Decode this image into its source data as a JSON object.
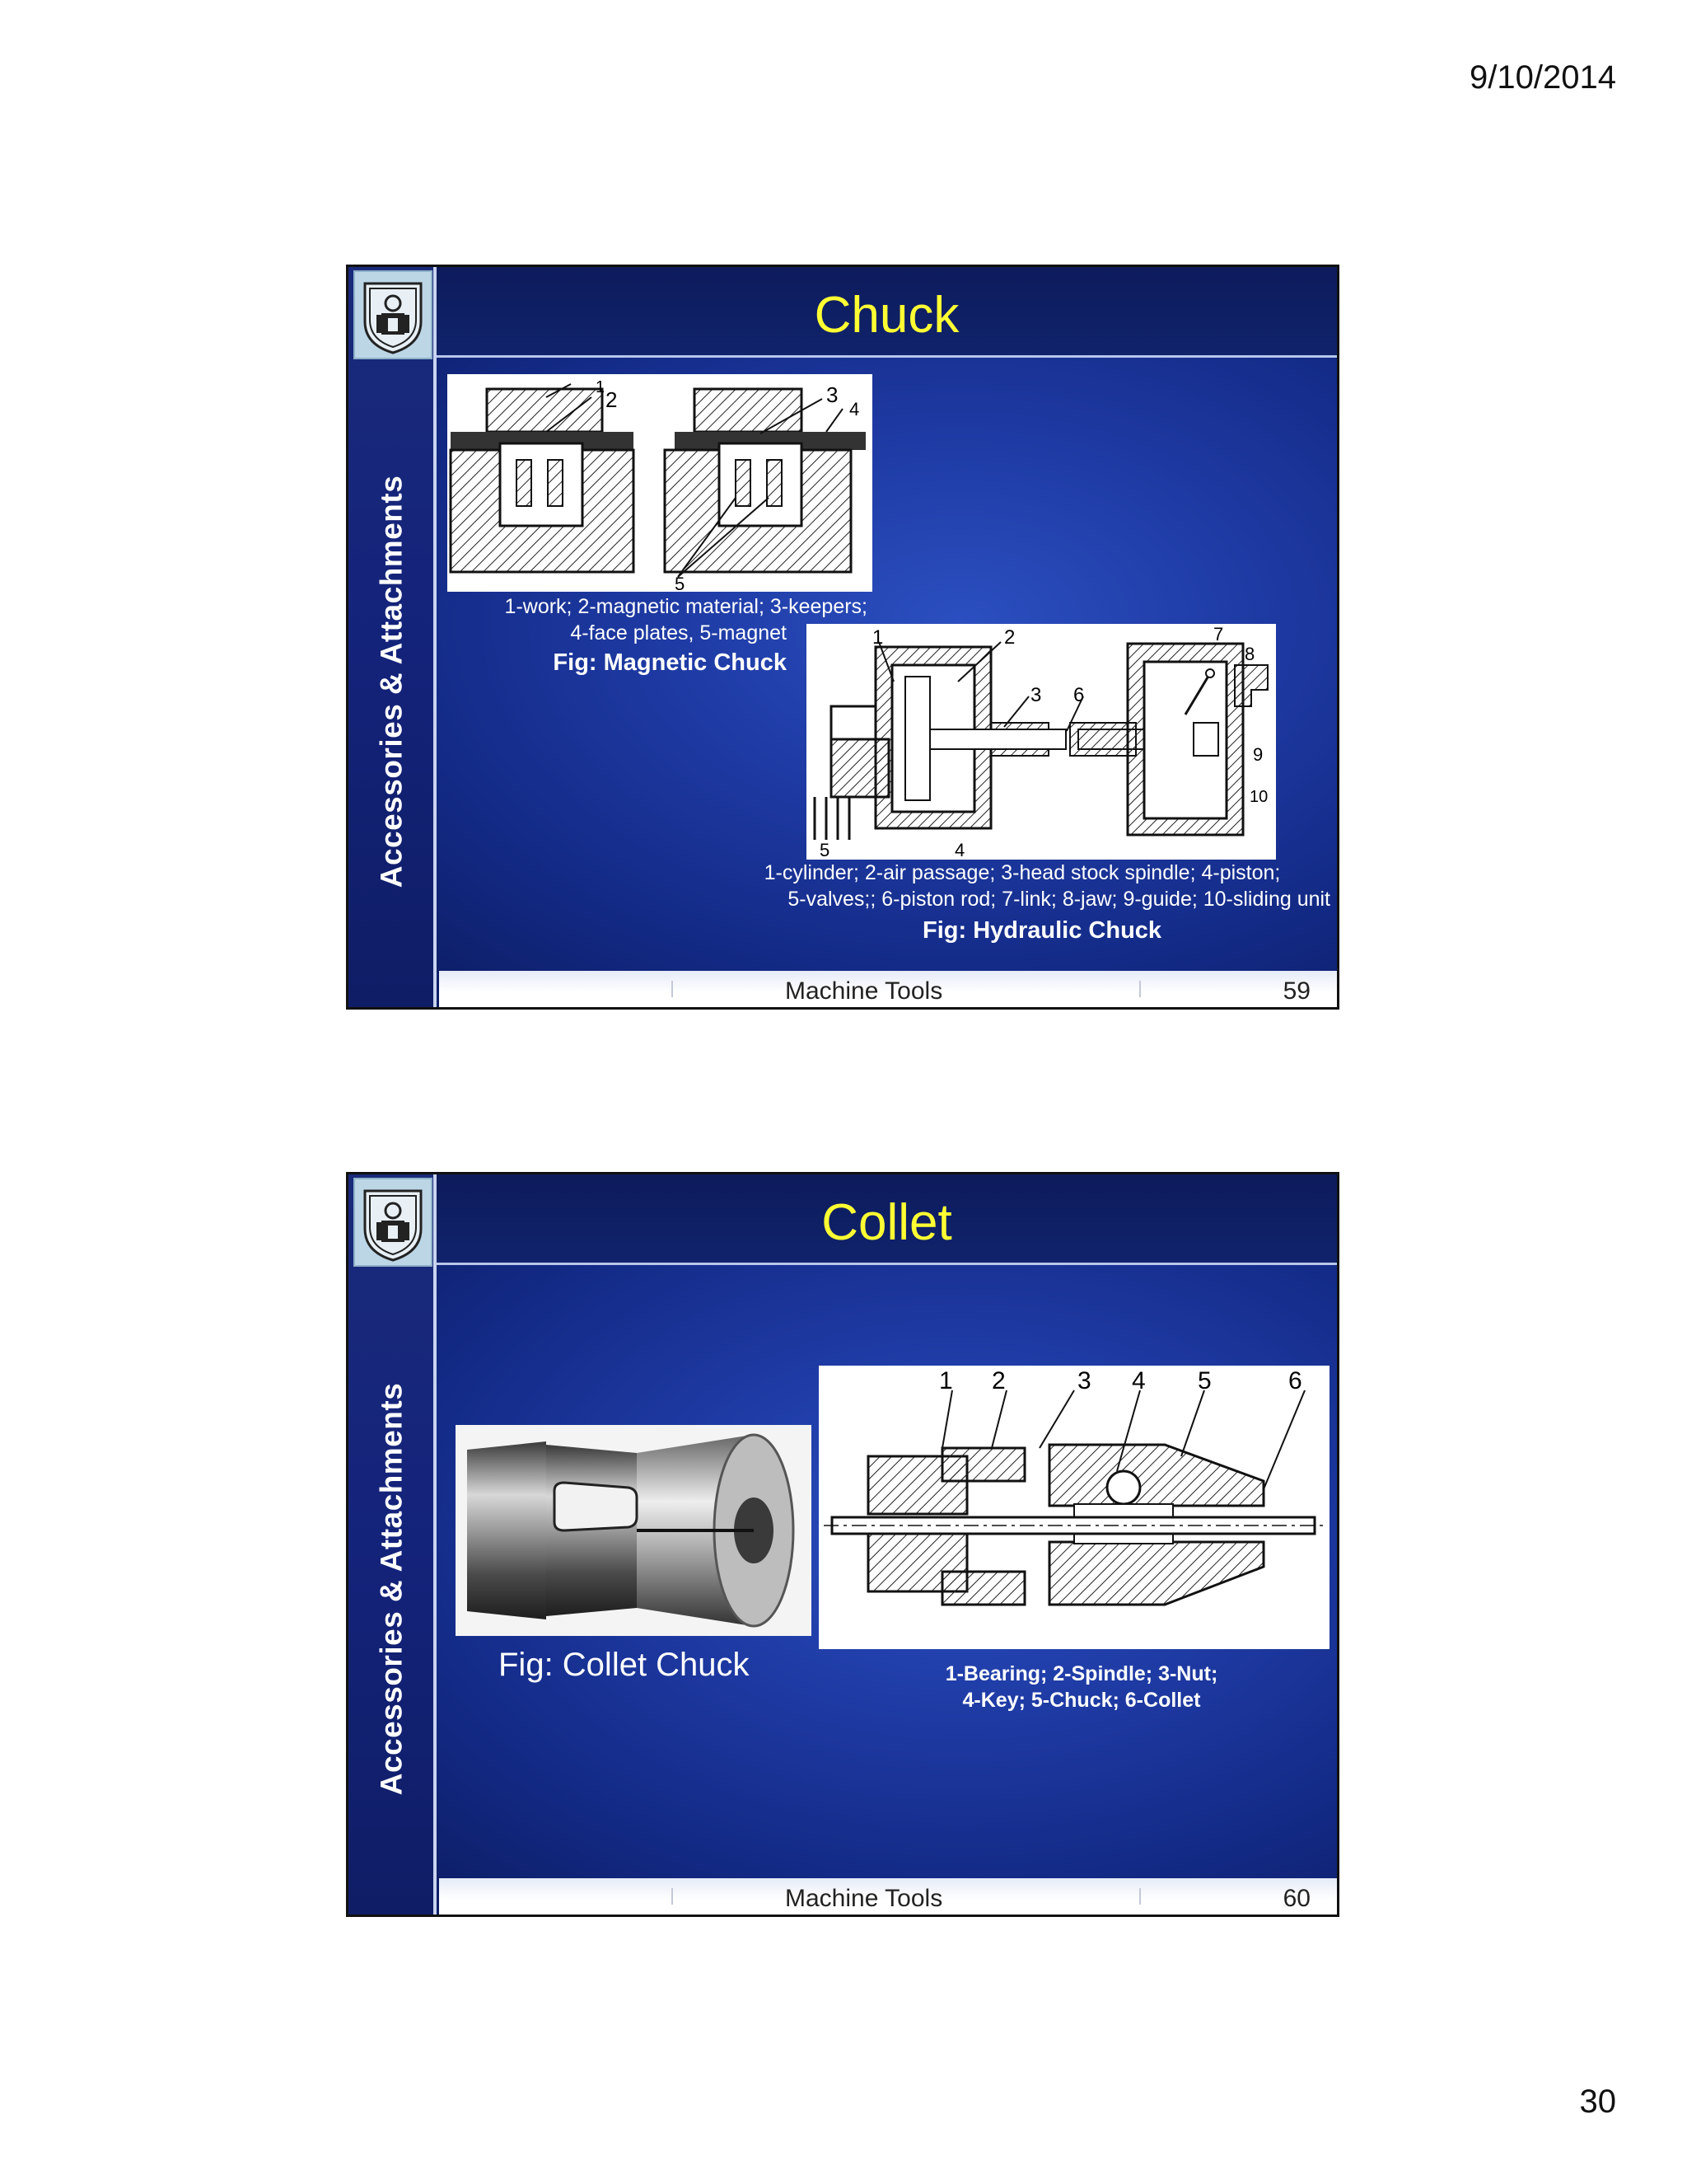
{
  "page": {
    "date": "9/10/2014",
    "number": "30"
  },
  "slides": [
    {
      "title": "Chuck",
      "side_label": "Accessories & Attachments",
      "footer_label": "Machine Tools",
      "footer_number": "59",
      "magnetic": {
        "caption_line1": "1-work; 2-magnetic material; 3-keepers;",
        "caption_line2": "4-face plates, 5-magnet",
        "fig_title": "Fig: Magnetic Chuck",
        "callouts": [
          "1",
          "2",
          "3",
          "4",
          "5"
        ]
      },
      "hydraulic": {
        "caption_line1": "1-cylinder; 2-air passage; 3-head stock spindle; 4-piston;",
        "caption_line2": "5-valves;; 6-piston rod; 7-link; 8-jaw; 9-guide; 10-sliding unit",
        "fig_title": "Fig: Hydraulic Chuck",
        "callouts": [
          "1",
          "2",
          "3",
          "6",
          "7",
          "8",
          "9",
          "10",
          "5",
          "4"
        ]
      }
    },
    {
      "title": "Collet",
      "side_label": "Accessories & Attachments",
      "footer_label": "Machine Tools",
      "footer_number": "60",
      "photo_caption": "Fig: Collet Chuck",
      "section_caption_line1": "1-Bearing; 2-Spindle; 3-Nut;",
      "section_caption_line2": "4-Key; 5-Chuck; 6-Collet",
      "callouts": [
        "1",
        "2",
        "3",
        "4",
        "5",
        "6"
      ]
    }
  ]
}
